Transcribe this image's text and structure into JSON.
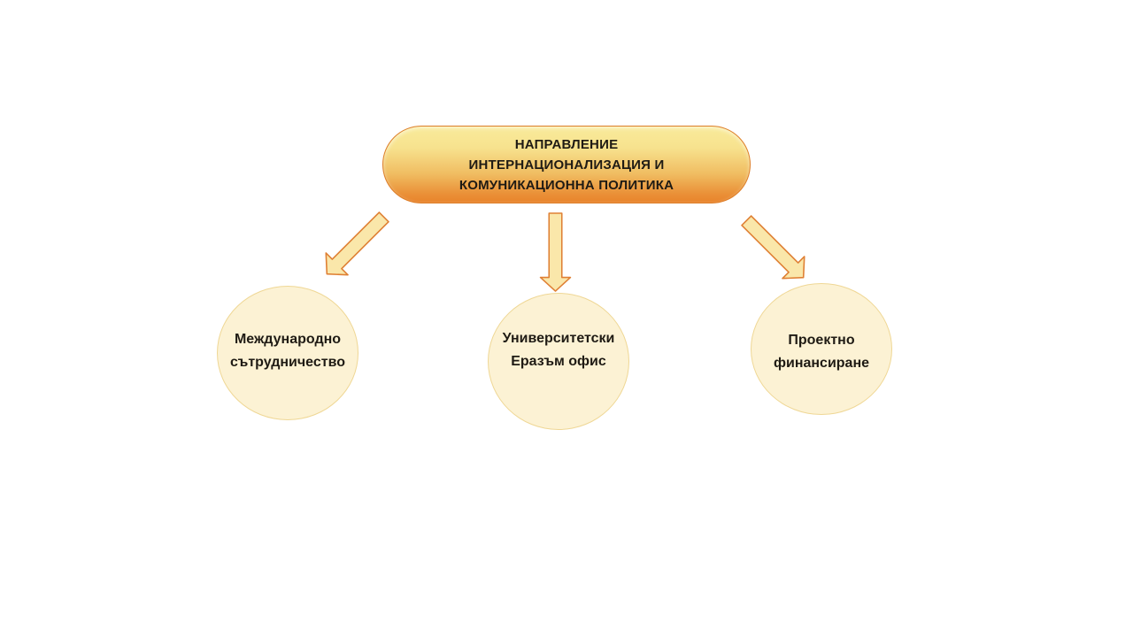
{
  "diagram": {
    "root": {
      "label": "НАПРАВЛЕНИЕ\nИНТЕРНАЦИОНАЛИЗАЦИЯ И\nКОМУНИКАЦИОННА ПОЛИТИКА"
    },
    "branches": [
      {
        "id": "international-cooperation",
        "label": "Международно\nсътрудничество"
      },
      {
        "id": "erasmus-office",
        "label": "Университетски\nЕразъм офис"
      },
      {
        "id": "project-funding",
        "label": "Проектно\nфинансиране"
      }
    ],
    "arrows": [
      {
        "icon": "arrow-down-left-icon"
      },
      {
        "icon": "arrow-down-icon"
      },
      {
        "icon": "arrow-down-right-icon"
      }
    ],
    "colors": {
      "background": "#FFFFFF",
      "root_gradient_top": "#F9EB9B",
      "root_gradient_bottom": "#E8832B",
      "root_border": "#DD7E28",
      "node_fill": "#FCF2D4",
      "node_border": "#EFD795",
      "arrow_fill": "#FAE7AA",
      "arrow_border": "#DF8034",
      "text": "#1F1B14"
    }
  }
}
